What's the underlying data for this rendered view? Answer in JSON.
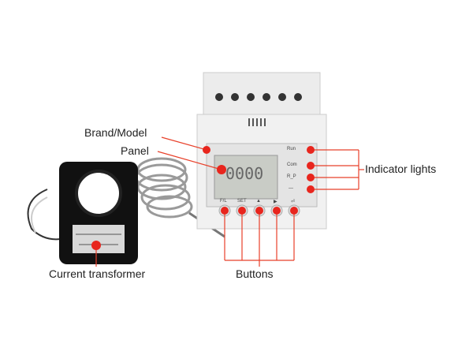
{
  "labels": {
    "brand_model": "Brand/Model",
    "panel": "Panel",
    "indicator_lights": "Indicator lights",
    "current_transformer": "Current transformer",
    "buttons": "Buttons"
  },
  "device": {
    "display_reading": "0000",
    "indicators": [
      "Run",
      "Com",
      "R_P",
      "—"
    ],
    "button_labels": [
      "F/L",
      "SET",
      "▲",
      "▶",
      "⏎"
    ]
  },
  "colors": {
    "callout": "#e8402a",
    "dot": "#e8251d"
  }
}
